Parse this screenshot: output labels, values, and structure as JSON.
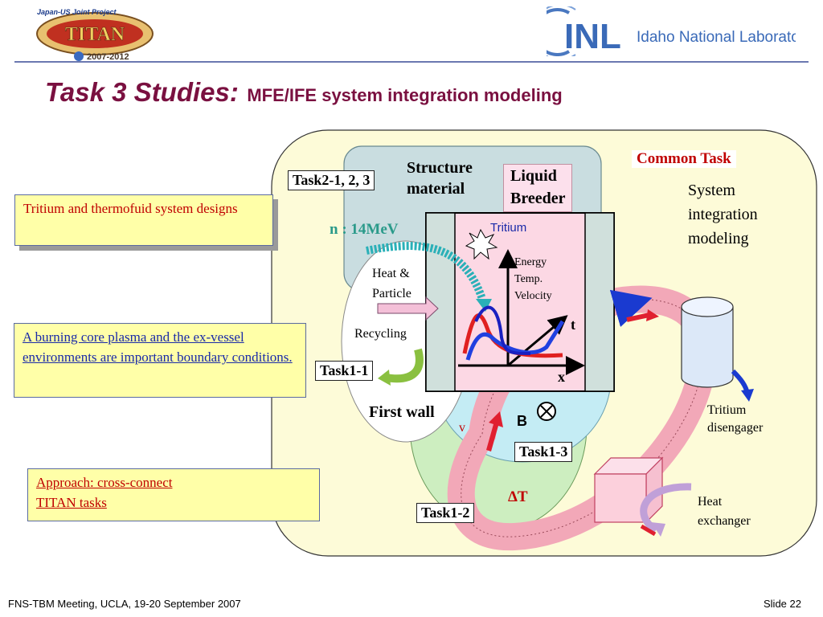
{
  "header": {
    "titan_logo": {
      "tag": "Japan-US Joint Project",
      "name": "TITAN",
      "years": "2007-2012"
    },
    "inl_logo": {
      "mark": "INL",
      "text": "Idaho National Laboratory"
    },
    "title_main": "Task 3 Studies:",
    "title_sub": "MFE/IFE system integration modeling"
  },
  "callouts": {
    "tritium": "Tritium and thermofuid system designs",
    "burning": "A burning core plasma and the ex-vessel environments are important boundary conditions.",
    "approach_line1": "Approach: cross-connect",
    "approach_line2": "TITAN tasks"
  },
  "diagram": {
    "structure_material_line1": "Structure",
    "structure_material_line2": "material",
    "task2": "Task2-1, 2, 3",
    "liquid_breeder_line1": "Liquid",
    "liquid_breeder_line2": "Breeder",
    "common_task": "Common Task",
    "system_line1": "System",
    "system_line2": "integration",
    "system_line3": "modeling",
    "neutron": "n : 14MeV",
    "tritium_label": "Tritium",
    "heat_particle_line1": "Heat &",
    "heat_particle_line2": "Particle",
    "energy": "Energy",
    "temp": "Temp.",
    "velocity": "Velocity",
    "axis_t": "t",
    "axis_x": "x",
    "recycling": "Recycling",
    "task1_1": "Task1-1",
    "first_wall": "First wall",
    "field_b": "B",
    "velocity_v": "v",
    "task1_3": "Task1-3",
    "delta_t": "ΔT",
    "task1_2": "Task1-2",
    "tritium_disengager_line1": "Tritium",
    "tritium_disengager_line2": "disengager",
    "heat_exchanger_line1": "Heat",
    "heat_exchanger_line2": "exchanger"
  },
  "footer": {
    "meeting": "FNS-TBM Meeting, UCLA, 19-20 September 2007",
    "slide": "Slide 22"
  },
  "colors": {
    "title": "#7a1040",
    "panel_bg": "#fdfbd8",
    "structure_bg": "#c9dde0",
    "breeder_bg": "#fcd8e4",
    "green_region": "#cdeec0",
    "cyan_region": "#c4ecf4",
    "red_text": "#c00000",
    "blue_text": "#1a2aa8",
    "neutron_green": "#2a9a8a"
  }
}
